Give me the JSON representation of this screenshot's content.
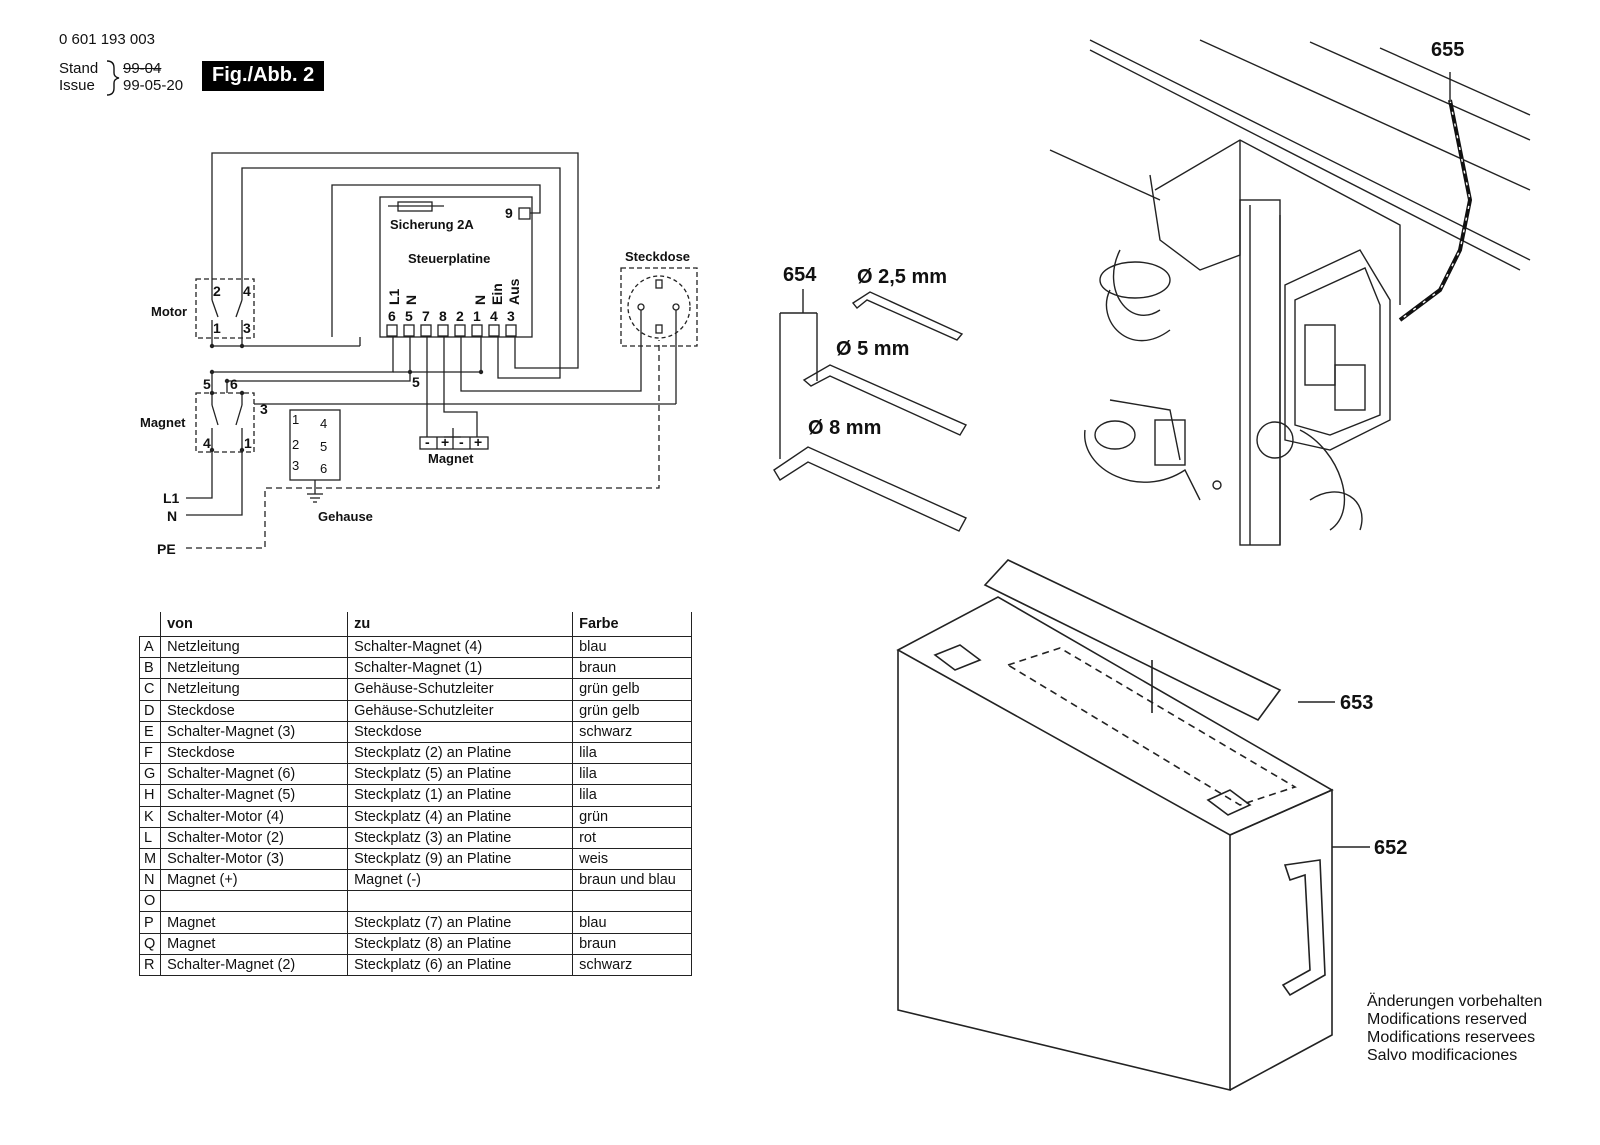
{
  "header": {
    "doc_number": "0 601 193 003",
    "stand_label": "Stand",
    "issue_label": "Issue",
    "stand_date_struck": "99-04",
    "issue_date": "99-05-20",
    "figure_label": "Fig./Abb. 2"
  },
  "wiring": {
    "motor_label": "Motor",
    "magnet_switch_label": "Magnet",
    "fuse_label": "Sicherung 2A",
    "board_label": "Steuerplatine",
    "socket_label": "Steckdose",
    "magnet_label": "Magnet",
    "housing_label": "Gehause",
    "line_labels": [
      "L1",
      "N",
      "PE"
    ],
    "board_pin_numbers": [
      "6",
      "5",
      "7",
      "8",
      "2",
      "1",
      "4",
      "3"
    ],
    "board_pin_names": [
      "L1",
      "N",
      "N",
      "Ein",
      "Aus"
    ],
    "pin9": "9",
    "motor_terminals": [
      "2",
      "4",
      "1",
      "3"
    ],
    "magnet_terminals": [
      "5",
      "6",
      "3",
      "4",
      "1"
    ],
    "junction_5": "5",
    "housing_terminals": [
      "1",
      "4",
      "2",
      "5",
      "3",
      "6"
    ],
    "magnet_terminal_signs": [
      "-",
      "+",
      "-",
      "+"
    ]
  },
  "tools": {
    "part_654": "654",
    "hex_2_5": "Ø 2,5 mm",
    "hex_5": "Ø 5 mm",
    "hex_8": "Ø 8 mm"
  },
  "parts": {
    "part_655": "655",
    "part_653": "653",
    "part_652": "652"
  },
  "wire_table": {
    "headers": [
      "",
      "von",
      "zu",
      "Farbe"
    ],
    "rows": [
      [
        "A",
        "Netzleitung",
        "Schalter-Magnet (4)",
        "blau"
      ],
      [
        "B",
        "Netzleitung",
        "Schalter-Magnet (1)",
        "braun"
      ],
      [
        "C",
        "Netzleitung",
        "Gehäuse-Schutzleiter",
        "grün gelb"
      ],
      [
        "D",
        "Steckdose",
        "Gehäuse-Schutzleiter",
        "grün gelb"
      ],
      [
        "E",
        "Schalter-Magnet (3)",
        "Steckdose",
        "schwarz"
      ],
      [
        "F",
        "Steckdose",
        "Steckplatz (2) an Platine",
        "lila"
      ],
      [
        "G",
        "Schalter-Magnet (6)",
        "Steckplatz (5) an Platine",
        "lila"
      ],
      [
        "H",
        "Schalter-Magnet (5)",
        "Steckplatz (1) an Platine",
        "lila"
      ],
      [
        "K",
        "Schalter-Motor (4)",
        "Steckplatz (4) an Platine",
        "grün"
      ],
      [
        "L",
        "Schalter-Motor (2)",
        "Steckplatz (3) an Platine",
        "rot"
      ],
      [
        "M",
        "Schalter-Motor (3)",
        "Steckplatz (9) an Platine",
        "weis"
      ],
      [
        "N",
        "Magnet (+)",
        "Magnet (-)",
        "braun und blau"
      ],
      [
        "O",
        "",
        "",
        ""
      ],
      [
        "P",
        "Magnet",
        "Steckplatz (7) an Platine",
        "blau"
      ],
      [
        "Q",
        "Magnet",
        "Steckplatz (8) an Platine",
        "braun"
      ],
      [
        "R",
        "Schalter-Magnet (2)",
        "Steckplatz (6) an Platine",
        "schwarz"
      ]
    ]
  },
  "footer": {
    "lines": [
      "Änderungen vorbehalten",
      "Modifications reserved",
      "Modifications reservees",
      "Salvo modificaciones"
    ]
  }
}
